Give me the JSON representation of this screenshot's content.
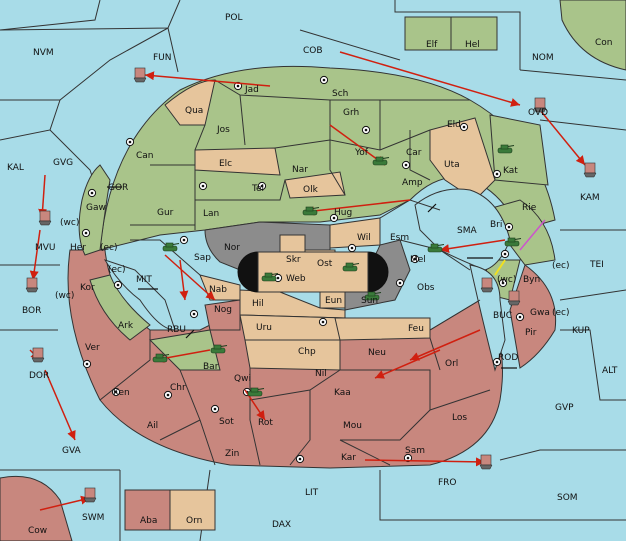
{
  "map": {
    "colors": {
      "sea": "#a8dce8",
      "green": "#a9c48a",
      "tan": "#e6c59c",
      "red": "#c8877e",
      "gray": "#8c8c8c",
      "black": "#111111",
      "arrow": "#d02010",
      "unit": "#3a7a3a"
    },
    "labels": {
      "POL": "POL",
      "NVM": "NVM",
      "FUN": "FUN",
      "COB": "COB",
      "NOM": "NOM",
      "Con": "Con",
      "Elf": "Elf",
      "Hel": "Hel",
      "Jad": "Jad",
      "Sch": "Sch",
      "OVD": "OVD",
      "KAL": "KAL",
      "GVG": "GVG",
      "Qua": "Qua",
      "Jos": "Jos",
      "Grh": "Grh",
      "Eld": "Eld",
      "Can": "Can",
      "Yof": "Yof",
      "Car": "Car",
      "Uta": "Uta",
      "Kat": "Kat",
      "KAM": "KAM",
      "Elc": "Elc",
      "Nar": "Nar",
      "Amp": "Amp",
      "GOR": "GOR",
      "Gaw": "Gaw",
      "Tel": "Tel",
      "Olk": "Olk",
      "Gur": "Gur",
      "Lan": "Lan",
      "Hug": "Hug",
      "Bri": "Bri",
      "Rie": "Rie",
      "MVU": "MVU",
      "wc": "(wc)",
      "ec": "(ec)",
      "Her": "Her",
      "Wil": "Wil",
      "Esm": "Esm",
      "SMA": "SMA",
      "TEI": "TEI",
      "Nor": "Nor",
      "Skr": "Skr",
      "Ost": "Ost",
      "Mel": "Mel",
      "Sap": "Sap",
      "Web": "Web",
      "Byn": "Byn",
      "Kor": "Kor",
      "MIT": "MIT",
      "Nab": "Nab",
      "Eun": "Eun",
      "Sun": "Sun",
      "Obs": "Obs",
      "BOR": "BOR",
      "Hil": "Hil",
      "Gwa": "Gwa",
      "Nog": "Nog",
      "Ark": "Ark",
      "BUC": "BUC",
      "Pir": "Pir",
      "KUP": "KUP",
      "RBU": "RBU",
      "Uru": "Uru",
      "Feu": "Feu",
      "Ver": "Ver",
      "Chp": "Chp",
      "Neu": "Neu",
      "Orl": "Orl",
      "DOR": "DOR",
      "Bar": "Bar",
      "ROD": "ROD",
      "ALT": "ALT",
      "Qwi": "Qwi",
      "Nil": "Nil",
      "Ken": "Ken",
      "Chr": "Chr",
      "Kaa": "Kaa",
      "GVP": "GVP",
      "Rot": "Rot",
      "Los": "Los",
      "Ail": "Ail",
      "Sot": "Sot",
      "Mou": "Mou",
      "GVA": "GVA",
      "Zin": "Zin",
      "Sam": "Sam",
      "Kar": "Kar",
      "FRO": "FRO",
      "LIT": "LIT",
      "SOM": "SOM",
      "SWM": "SWM",
      "Aba": "Aba",
      "Orn": "Orn",
      "Cow": "Cow",
      "DAX": "DAX"
    }
  }
}
